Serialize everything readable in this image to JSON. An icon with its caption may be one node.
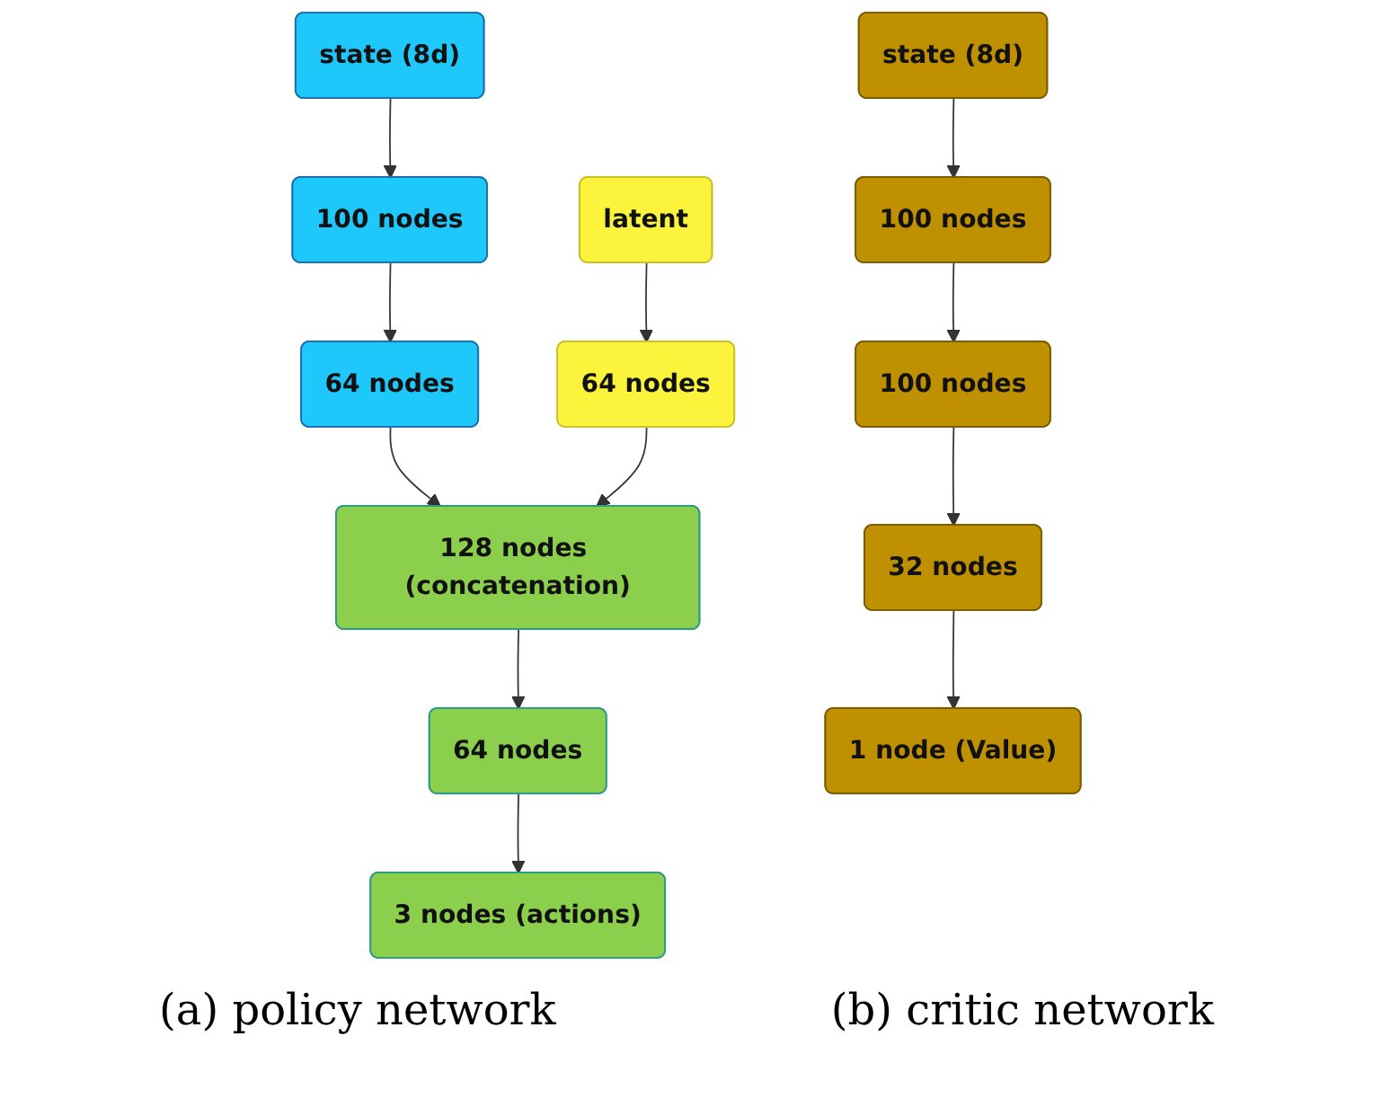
{
  "diagram": {
    "nodes": [
      {
        "text": [
          "state (8d)"
        ]
      },
      {
        "text": [
          "100 nodes"
        ]
      },
      {
        "text": [
          "64 nodes"
        ]
      },
      {
        "text": [
          "latent"
        ]
      },
      {
        "text": [
          "64 nodes"
        ]
      },
      {
        "text": [
          "128 nodes (concatenation)"
        ]
      },
      {
        "text": [
          "64 nodes"
        ]
      },
      {
        "text": [
          "3 nodes (actions)"
        ]
      },
      {
        "text": [
          "state (8d)"
        ]
      },
      {
        "text": [
          "100 nodes"
        ]
      },
      {
        "text": [
          "100 nodes"
        ]
      },
      {
        "text": [
          "32 nodes"
        ]
      },
      {
        "text": [
          "1 node (Value)"
        ]
      }
    ],
    "edges": [
      {
        "from": 0,
        "to": 1,
        "arrow": "to"
      },
      {
        "from": 1,
        "to": 2,
        "arrow": "to"
      },
      {
        "from": 3,
        "to": 4,
        "arrow": "to"
      },
      {
        "from": 2,
        "to": 5,
        "arrow": "to"
      },
      {
        "from": 4,
        "to": 5,
        "arrow": "to"
      },
      {
        "from": 5,
        "to": 6,
        "arrow": "to"
      },
      {
        "from": 6,
        "to": 7,
        "arrow": "to"
      },
      {
        "from": 8,
        "to": 9,
        "arrow": "to"
      },
      {
        "from": 9,
        "to": 10,
        "arrow": "to"
      },
      {
        "from": 10,
        "to": 11,
        "arrow": "to"
      },
      {
        "from": 11,
        "to": 12,
        "arrow": "to"
      }
    ],
    "labels": [
      "(a) policy network",
      "(b) critic network"
    ]
  }
}
